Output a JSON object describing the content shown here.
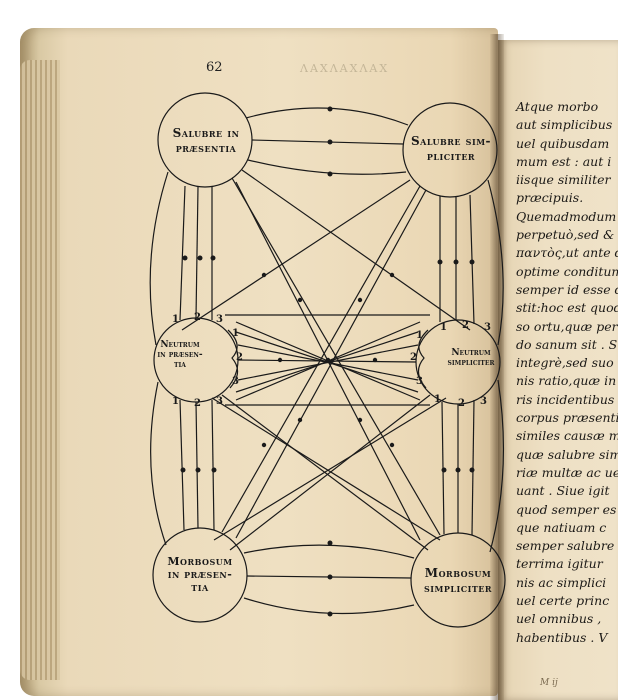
{
  "page": {
    "page_number": "62",
    "running_head": "ΛΑΧΛΑΧΛΑΧ"
  },
  "diagram": {
    "top_left": [
      "Salubre in",
      "præsentia"
    ],
    "top_right": [
      "Salubre sim-",
      "pliciter"
    ],
    "mid_left": [
      "Neutrum",
      "in præsen-",
      "tia"
    ],
    "mid_right": [
      "Neutrum",
      "simpliciter"
    ],
    "bottom_left": [
      "Morbosum",
      "in præsen-",
      "tia"
    ],
    "bottom_right": [
      "Morbosum",
      "simpliciter"
    ],
    "numbers": [
      "1",
      "2",
      "3"
    ]
  },
  "right_page_lines": [
    "Atque morbo",
    "aut simplicibus",
    "uel quibusdam",
    "mum est : aut i",
    "iisque similiter",
    "præcipuis.",
    "Quemadmodum",
    "perpetuò,sed & ",
    "παντὸς,ut ante d",
    "optime conditum",
    "semper id esse di",
    "stit:hoc est quod",
    "so ortu,quæ per ",
    "do sanum sit . S",
    "integrè,sed suo i",
    "nis ratio,quæ in",
    "ris incidentibus",
    "corpus præsenti",
    "similes causæ m",
    "quæ salubre simp",
    "riæ multæ ac ue",
    "uant . Siue igit",
    "quod semper es",
    "que natiuam c",
    "semper salubre",
    "terrima igitur",
    "nis ac simplici",
    "uel certe princ",
    "uel omnibus ,",
    "habentibus . V"
  ],
  "footer_mark": "M ij"
}
